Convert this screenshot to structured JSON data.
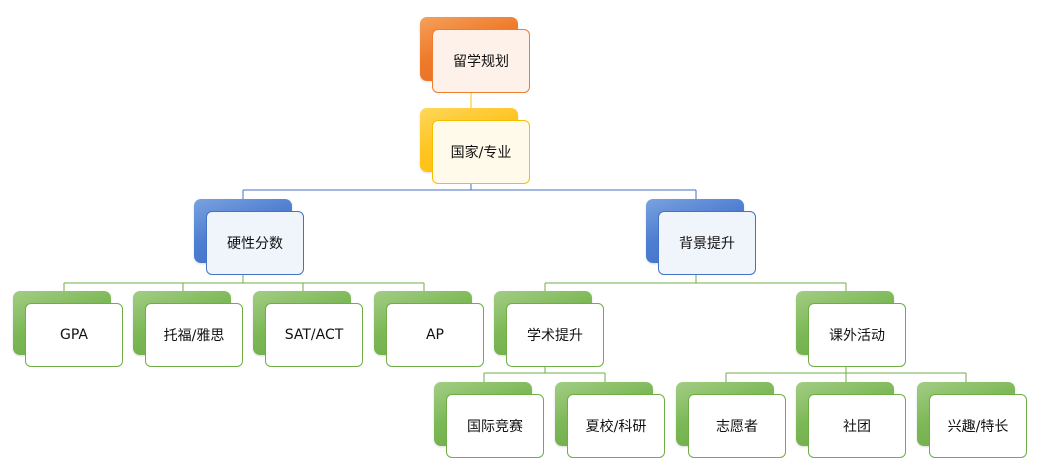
{
  "diagram": {
    "root": "留学规划",
    "level2": "国家/专业",
    "hard_scores": "硬性分数",
    "background": "背景提升",
    "gpa": "GPA",
    "toefl_ielts": "托福/雅思",
    "sat_act": "SAT/ACT",
    "ap": "AP",
    "academic": "学术提升",
    "extracurricular": "课外活动",
    "competitions": "国际竞赛",
    "summer_research": "夏校/科研",
    "volunteer": "志愿者",
    "clubs": "社团",
    "hobbies": "兴趣/特长"
  },
  "colors": {
    "orange": "#ED7D31",
    "gold": "#FFC000",
    "blue": "#4472C4",
    "green": "#70AD47"
  }
}
